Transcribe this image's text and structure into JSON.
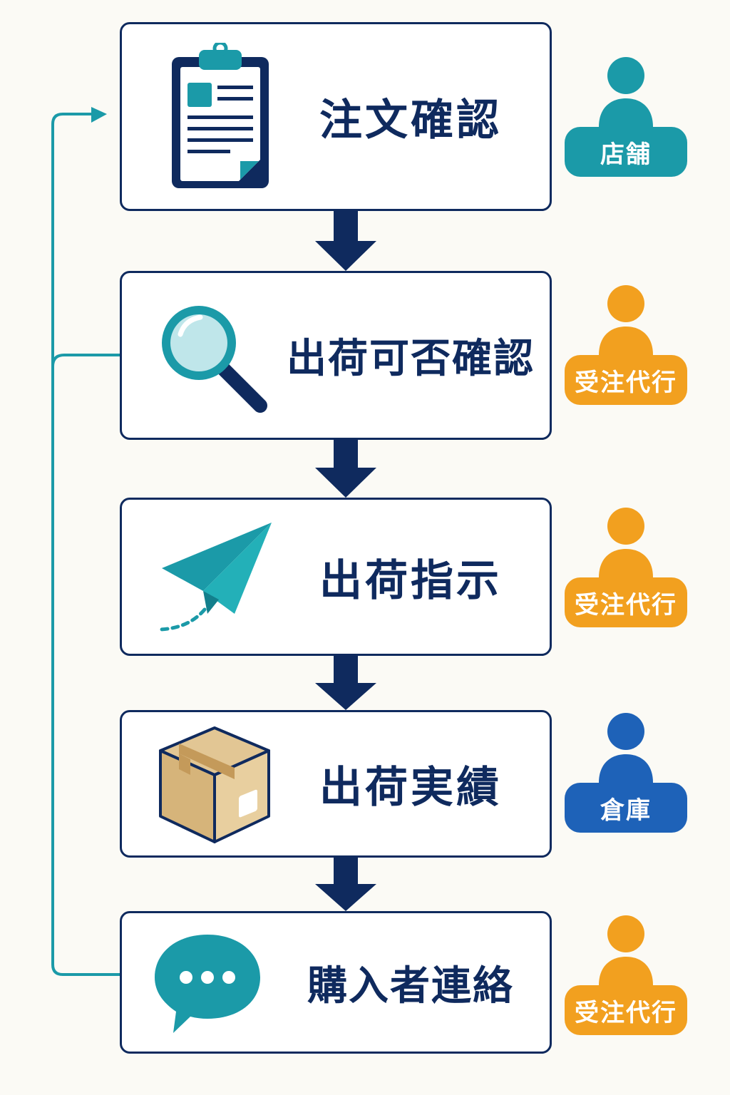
{
  "steps": [
    {
      "title": "注文確認",
      "icon": "clipboard-icon",
      "actor": "店舗",
      "actor_color": "#1b9aa8"
    },
    {
      "title": "出荷可否確認",
      "icon": "magnifier-icon",
      "actor": "受注代行",
      "actor_color": "#f2a01f"
    },
    {
      "title": "出荷指示",
      "icon": "paper-plane-icon",
      "actor": "受注代行",
      "actor_color": "#f2a01f"
    },
    {
      "title": "出荷実績",
      "icon": "package-box-icon",
      "actor": "倉庫",
      "actor_color": "#1e62b8"
    },
    {
      "title": "購入者連絡",
      "icon": "chat-bubble-icon",
      "actor": "受注代行",
      "actor_color": "#f2a01f"
    }
  ],
  "colors": {
    "box_border": "#0f2a5e",
    "arrow": "#0f2a5e",
    "feedback_line": "#1b9aa8",
    "background": "#fbfaf5"
  }
}
